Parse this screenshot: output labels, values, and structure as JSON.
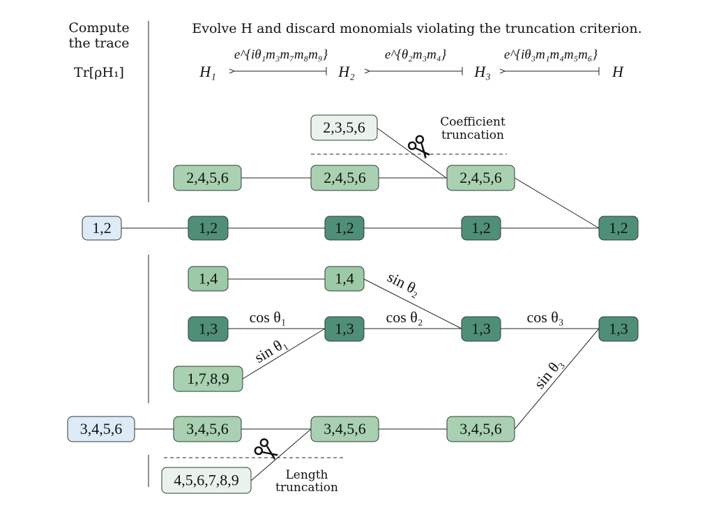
{
  "header": {
    "left_line1": "Compute",
    "left_line2": "the trace",
    "left_trace": "Tr[ρH₁]",
    "title": "Evolve H and discard monomials violating the truncation criterion."
  },
  "evolution": {
    "states": [
      "H₁",
      "H₂",
      "H₃",
      "H"
    ],
    "gates": [
      "e^{iθ₁m₃m₇m₈m₉}",
      "e^{θ₂m₃m₄}",
      "e^{iθ₃m₁m₄m₅m₆}"
    ]
  },
  "annotations": {
    "coefficient_line1": "Coefficient",
    "coefficient_line2": "truncation",
    "length_line1": "Length",
    "length_line2": "truncation"
  },
  "node_labels": {
    "n2356": "2,3,5,6",
    "n2456": "2,4,5,6",
    "n12": "1,2",
    "n14": "1,4",
    "n13": "1,3",
    "n1789": "1,7,8,9",
    "n3456": "3,4,5,6",
    "n456789": "4,5,6,7,8,9"
  },
  "edge_labels": {
    "cos1": "cos θ₁",
    "sin1": "sin θ₁",
    "cos2": "cos θ₂",
    "sin2": "sin θ₂",
    "cos3": "cos θ₃",
    "sin3": "sin θ₃"
  },
  "colors": {
    "light_blue": "#ddeaf8",
    "pale_green": "#e9f3ec",
    "light_green": "#a9d1b1",
    "mid_green": "#9ccaa6",
    "dark_green": "#4f8f77"
  }
}
